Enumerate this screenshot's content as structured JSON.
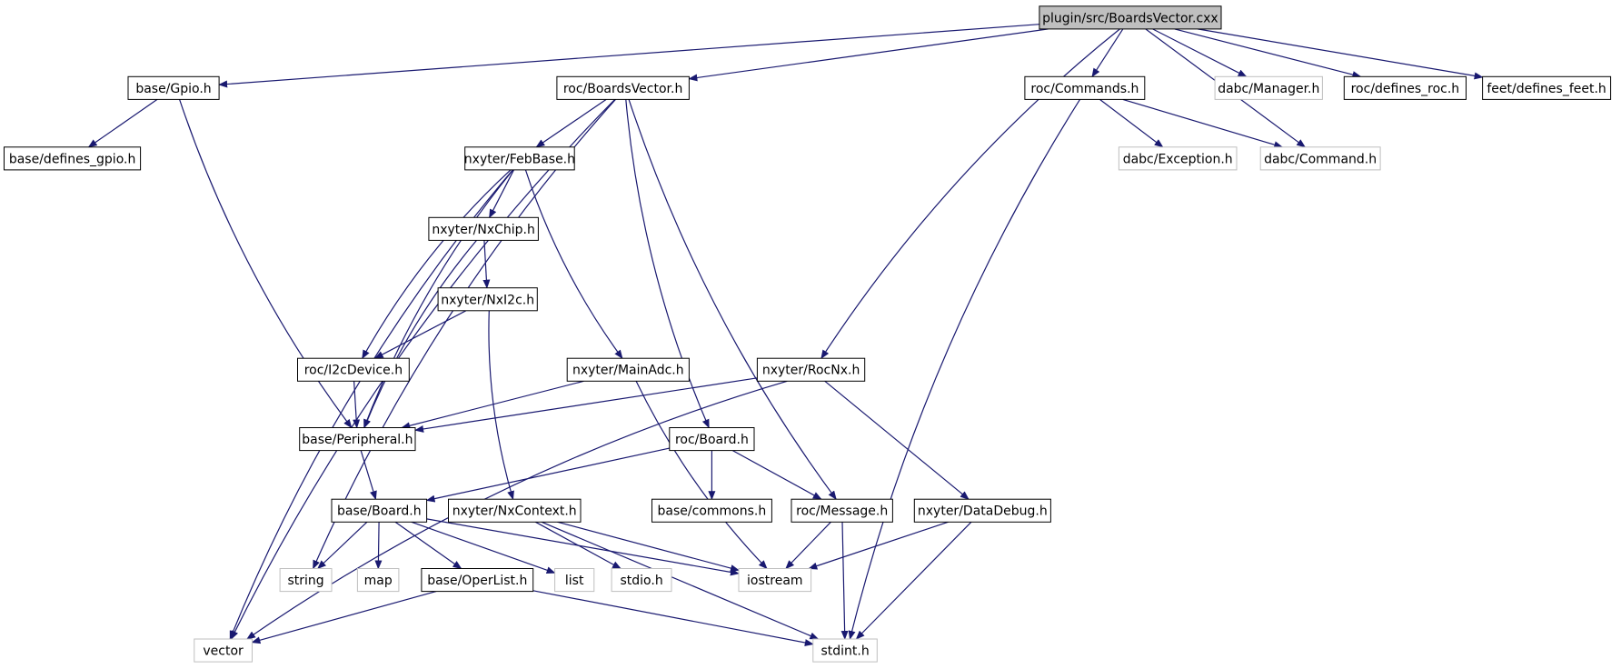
{
  "graph": {
    "root": "plugin/src/BoardsVector.cxx",
    "edge_color": "#191970",
    "root_fill": "#bfbfbf",
    "documented_border": "#000000",
    "undocumented_border": "#bfbfbf",
    "nodes": [
      {
        "id": "n_root",
        "label": "plugin/src/BoardsVector.cxx",
        "style": "root"
      },
      {
        "id": "n_gpio",
        "label": "base/Gpio.h",
        "style": "doc"
      },
      {
        "id": "n_boardsvector",
        "label": "roc/BoardsVector.h",
        "style": "doc"
      },
      {
        "id": "n_commands",
        "label": "roc/Commands.h",
        "style": "doc"
      },
      {
        "id": "n_manager",
        "label": "dabc/Manager.h",
        "style": "ext"
      },
      {
        "id": "n_defroc",
        "label": "roc/defines_roc.h",
        "style": "doc"
      },
      {
        "id": "n_deffeet",
        "label": "feet/defines_feet.h",
        "style": "doc"
      },
      {
        "id": "n_defgpio",
        "label": "base/defines_gpio.h",
        "style": "doc"
      },
      {
        "id": "n_exception",
        "label": "dabc/Exception.h",
        "style": "ext"
      },
      {
        "id": "n_command",
        "label": "dabc/Command.h",
        "style": "ext"
      },
      {
        "id": "n_febbase",
        "label": "nxyter/FebBase.h",
        "style": "doc"
      },
      {
        "id": "n_nxchip",
        "label": "nxyter/NxChip.h",
        "style": "doc"
      },
      {
        "id": "n_nxi2c",
        "label": "nxyter/NxI2c.h",
        "style": "doc"
      },
      {
        "id": "n_i2cdevice",
        "label": "roc/I2cDevice.h",
        "style": "doc"
      },
      {
        "id": "n_mainadc",
        "label": "nxyter/MainAdc.h",
        "style": "doc"
      },
      {
        "id": "n_rocnx",
        "label": "nxyter/RocNx.h",
        "style": "doc"
      },
      {
        "id": "n_peripheral",
        "label": "base/Peripheral.h",
        "style": "doc"
      },
      {
        "id": "n_rocboard",
        "label": "roc/Board.h",
        "style": "doc"
      },
      {
        "id": "n_baseboard",
        "label": "base/Board.h",
        "style": "doc"
      },
      {
        "id": "n_nxcontext",
        "label": "nxyter/NxContext.h",
        "style": "doc"
      },
      {
        "id": "n_commons",
        "label": "base/commons.h",
        "style": "doc"
      },
      {
        "id": "n_message",
        "label": "roc/Message.h",
        "style": "doc"
      },
      {
        "id": "n_datadebug",
        "label": "nxyter/DataDebug.h",
        "style": "doc"
      },
      {
        "id": "n_string",
        "label": "string",
        "style": "ext"
      },
      {
        "id": "n_map",
        "label": "map",
        "style": "ext"
      },
      {
        "id": "n_operlist",
        "label": "base/OperList.h",
        "style": "doc"
      },
      {
        "id": "n_list",
        "label": "list",
        "style": "ext"
      },
      {
        "id": "n_stdio",
        "label": "stdio.h",
        "style": "ext"
      },
      {
        "id": "n_iostream",
        "label": "iostream",
        "style": "ext"
      },
      {
        "id": "n_vector",
        "label": "vector",
        "style": "ext"
      },
      {
        "id": "n_stdint",
        "label": "stdint.h",
        "style": "ext"
      }
    ],
    "edges": [
      [
        "n_root",
        "n_gpio"
      ],
      [
        "n_root",
        "n_boardsvector"
      ],
      [
        "n_root",
        "n_rocnx"
      ],
      [
        "n_root",
        "n_commands"
      ],
      [
        "n_root",
        "n_manager"
      ],
      [
        "n_root",
        "n_command"
      ],
      [
        "n_root",
        "n_defroc"
      ],
      [
        "n_root",
        "n_deffeet"
      ],
      [
        "n_gpio",
        "n_defgpio"
      ],
      [
        "n_gpio",
        "n_peripheral"
      ],
      [
        "n_commands",
        "n_exception"
      ],
      [
        "n_commands",
        "n_command"
      ],
      [
        "n_commands",
        "n_stdint"
      ],
      [
        "n_boardsvector",
        "n_febbase"
      ],
      [
        "n_boardsvector",
        "n_rocboard"
      ],
      [
        "n_boardsvector",
        "n_message"
      ],
      [
        "n_boardsvector",
        "n_vector"
      ],
      [
        "n_boardsvector",
        "n_string"
      ],
      [
        "n_febbase",
        "n_nxchip"
      ],
      [
        "n_febbase",
        "n_i2cdevice"
      ],
      [
        "n_febbase",
        "n_peripheral"
      ],
      [
        "n_febbase",
        "n_mainadc"
      ],
      [
        "n_febbase",
        "n_vector"
      ],
      [
        "n_nxchip",
        "n_nxi2c"
      ],
      [
        "n_nxchip",
        "n_peripheral"
      ],
      [
        "n_nxi2c",
        "n_i2cdevice"
      ],
      [
        "n_nxi2c",
        "n_nxcontext"
      ],
      [
        "n_i2cdevice",
        "n_peripheral"
      ],
      [
        "n_mainadc",
        "n_peripheral"
      ],
      [
        "n_mainadc",
        "n_iostream"
      ],
      [
        "n_rocnx",
        "n_peripheral"
      ],
      [
        "n_rocnx",
        "n_datadebug"
      ],
      [
        "n_rocnx",
        "n_vector"
      ],
      [
        "n_peripheral",
        "n_baseboard"
      ],
      [
        "n_rocboard",
        "n_baseboard"
      ],
      [
        "n_rocboard",
        "n_commons"
      ],
      [
        "n_rocboard",
        "n_message"
      ],
      [
        "n_baseboard",
        "n_string"
      ],
      [
        "n_baseboard",
        "n_map"
      ],
      [
        "n_baseboard",
        "n_operlist"
      ],
      [
        "n_baseboard",
        "n_list"
      ],
      [
        "n_baseboard",
        "n_iostream"
      ],
      [
        "n_nxcontext",
        "n_stdio"
      ],
      [
        "n_nxcontext",
        "n_iostream"
      ],
      [
        "n_nxcontext",
        "n_stdint"
      ],
      [
        "n_message",
        "n_iostream"
      ],
      [
        "n_message",
        "n_stdint"
      ],
      [
        "n_datadebug",
        "n_iostream"
      ],
      [
        "n_datadebug",
        "n_stdint"
      ],
      [
        "n_operlist",
        "n_vector"
      ],
      [
        "n_operlist",
        "n_stdint"
      ]
    ]
  }
}
